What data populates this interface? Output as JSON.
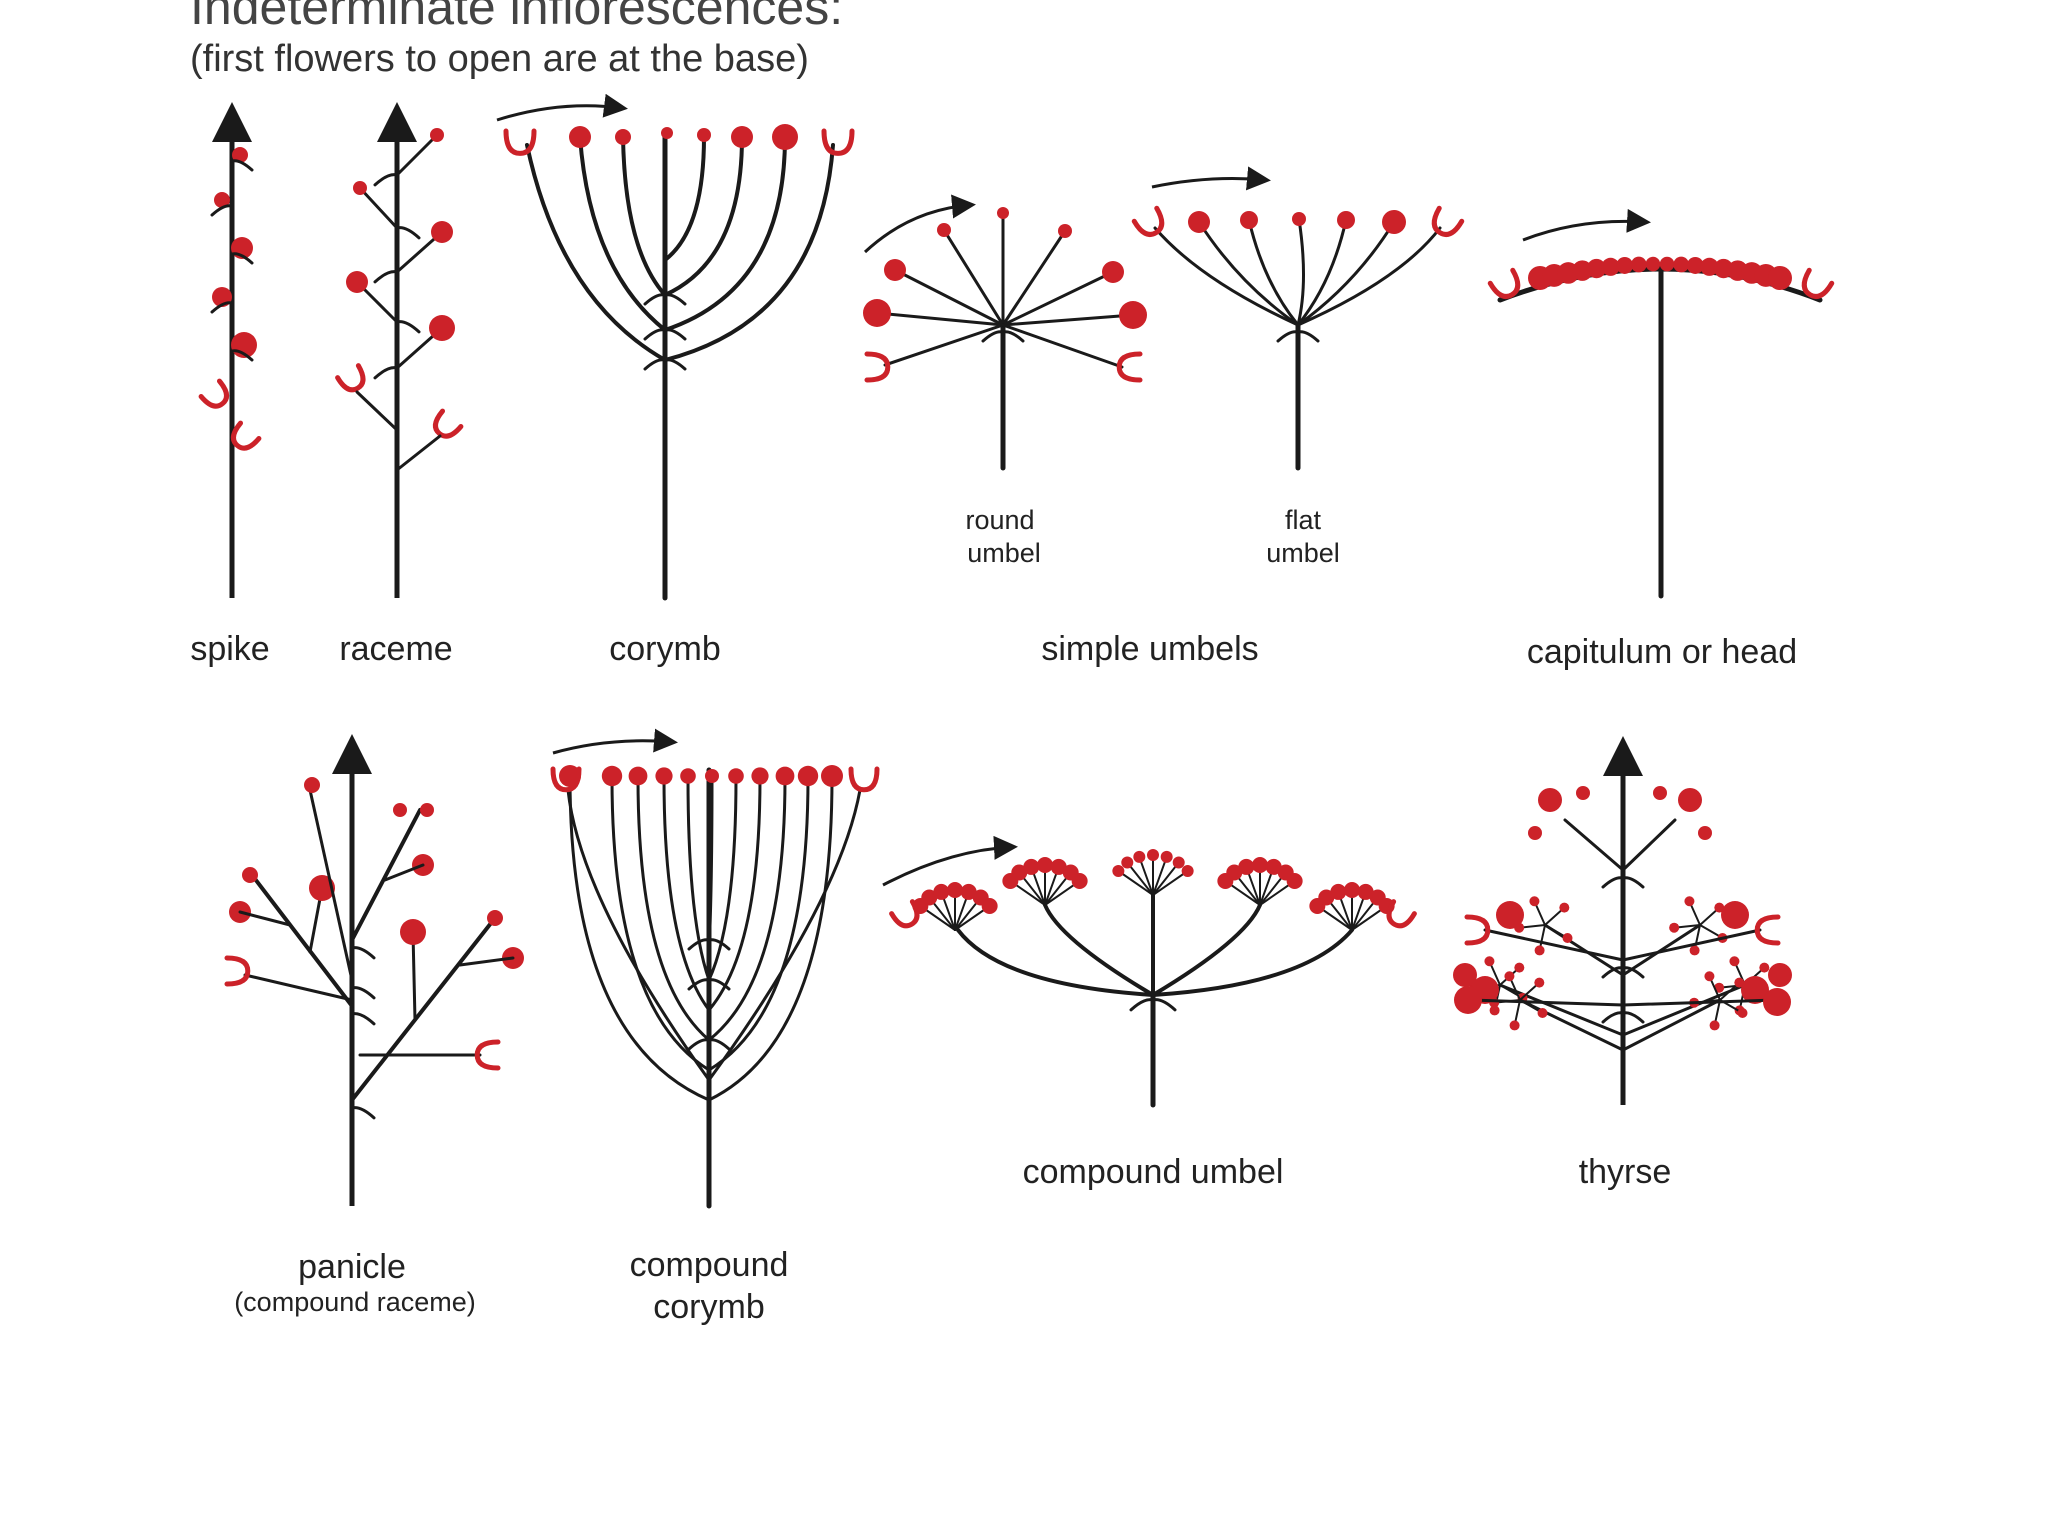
{
  "title": "Indeterminate inflorescences:",
  "subtitle": "(first flowers to open are at the base)",
  "colors": {
    "stem": "#1a1a1a",
    "flower": "#cc2229",
    "text": "#222222"
  },
  "labels": {
    "spike": "spike",
    "raceme": "raceme",
    "corymb": "corymb",
    "simple_umbels": "simple umbels",
    "round_umbel_1": "round",
    "round_umbel_2": "umbel",
    "flat_umbel_1": "flat",
    "flat_umbel_2": "umbel",
    "capitulum": "capitulum or head",
    "panicle": "panicle",
    "panicle_sub": "(compound raceme)",
    "compound_corymb_1": "compound",
    "compound_corymb_2": "corymb",
    "compound_umbel": "compound umbel",
    "thyrse": "thyrse"
  }
}
